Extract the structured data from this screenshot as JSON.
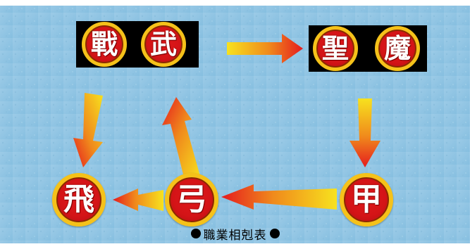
{
  "classes": {
    "warrior": "戰",
    "martial": "武",
    "saint": "聖",
    "demon": "魔",
    "flyer": "飛",
    "archer": "弓",
    "armor": "甲"
  },
  "caption": {
    "text": "職業相剋表"
  },
  "colors": {
    "background": "#8fc5e4",
    "badge_fill": "#d41417",
    "badge_ring": "#f5c21a",
    "arrow_head": "#e5221f",
    "arrow_tail": "#f5d61c"
  },
  "icons": [
    "arrow-right-icon",
    "arrow-down-icon",
    "arrow-left-icon",
    "arrow-up-icon",
    "bullet-dot-icon"
  ]
}
